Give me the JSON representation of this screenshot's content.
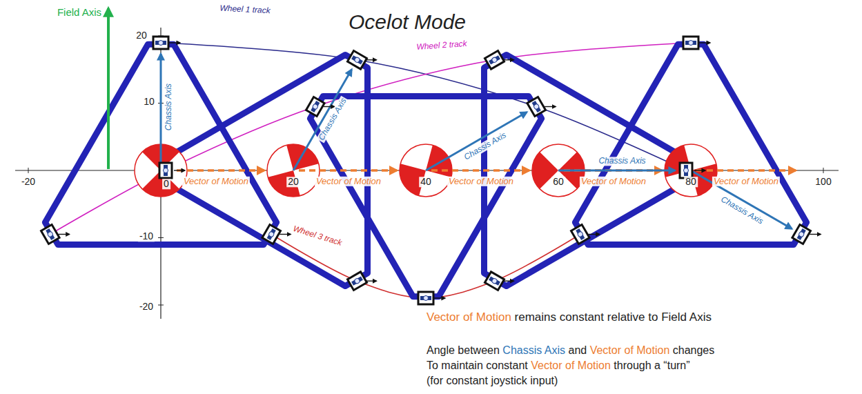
{
  "diagram": {
    "title": "Ocelot Mode",
    "labels": [
      "Field Axis",
      "Wheel 1 track",
      "Wheel 2 track",
      "Wheel 3 track",
      "Chassis Axis",
      "Chassis Axis",
      "Chassis Axis",
      "Chassis Axis",
      "Chassis Axis",
      "Vector of Motion",
      "Vector of Motion",
      "Vector of Motion",
      "Vector of Motion",
      "Vector of Motion",
      "-20",
      "0",
      "20",
      "40",
      "60",
      "80",
      "100",
      "20",
      "10",
      "-10",
      "-20",
      "Vector of Motion",
      "remains constant relative to Field Axis",
      "Angle between",
      "Chassis Axis",
      "and",
      "Vector of Motion",
      "changes",
      "To maintain constant",
      "Vector of Motion",
      "through a “turn”",
      "(for constant joystick input)"
    ]
  }
}
